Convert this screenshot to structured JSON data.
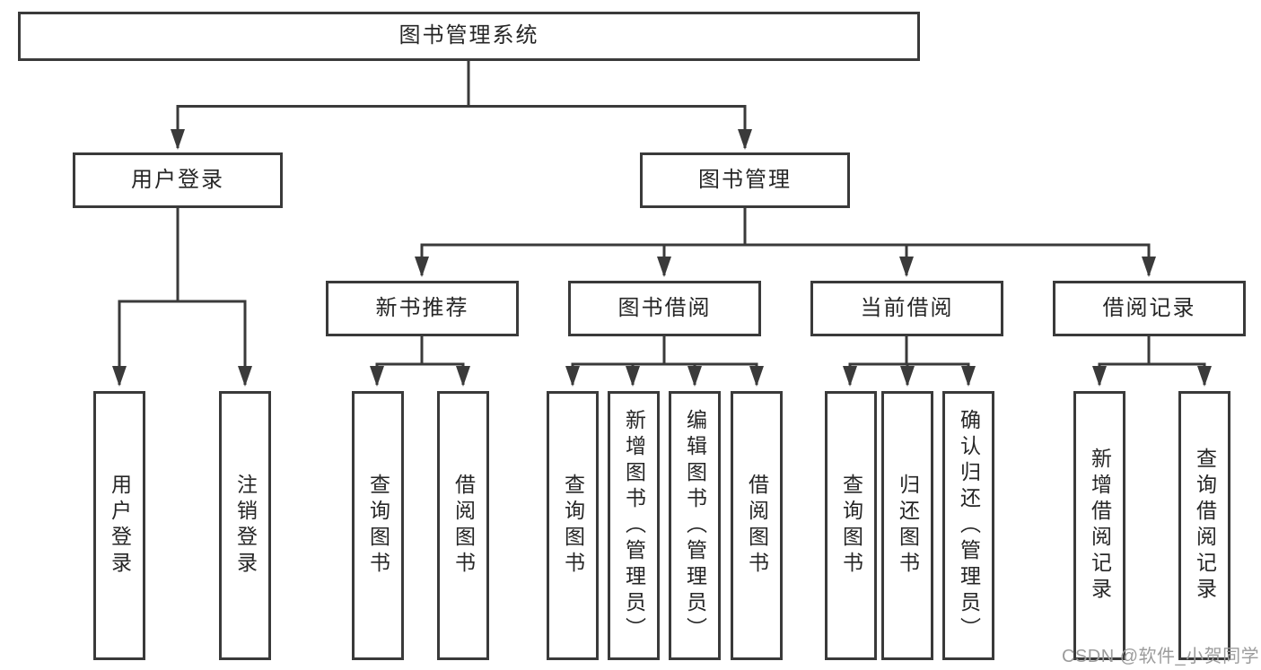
{
  "tree": {
    "root": "图书管理系统",
    "branches": [
      {
        "label": "用户登录",
        "children": [
          "用户登录",
          "注销登录"
        ]
      },
      {
        "label": "图书管理",
        "children": [
          {
            "label": "新书推荐",
            "children": [
              "查询图书",
              "借阅图书"
            ]
          },
          {
            "label": "图书借阅",
            "children": [
              "查询图书",
              "新增图书（管理员）",
              "编辑图书（管理员）",
              "借阅图书"
            ]
          },
          {
            "label": "当前借阅",
            "children": [
              "查询图书",
              "归还图书",
              "确认归还（管理员）"
            ]
          },
          {
            "label": "借阅记录",
            "children": [
              "新增借阅记录",
              "查询借阅记录"
            ]
          }
        ]
      }
    ]
  },
  "watermark": "CSDN @软件_小贺同学",
  "colors": {
    "line": "#3a3a3a",
    "text": "#262626",
    "watermark": "#9c9c9c",
    "background": "#ffffff"
  }
}
